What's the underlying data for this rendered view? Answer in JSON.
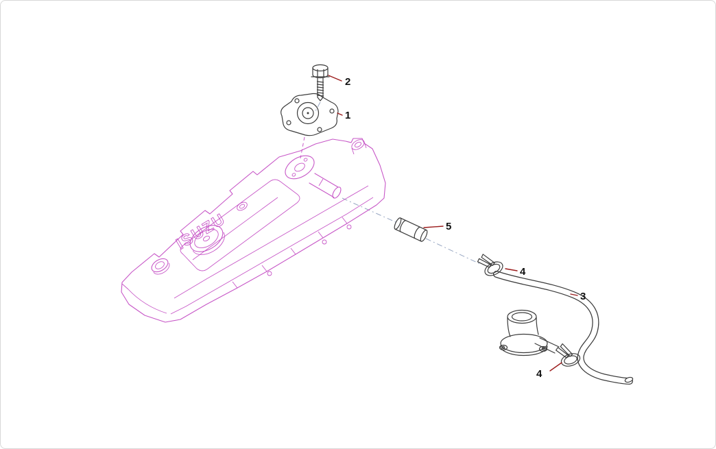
{
  "diagram": {
    "cover_text": "ISUZU",
    "part_labels": {
      "p1": "1",
      "p2": "2",
      "p3": "3",
      "p4_upper": "4",
      "p4_lower": "4",
      "p5": "5"
    },
    "colors": {
      "cover_outline": "#c757c7",
      "part_outline": "#3b3b3b",
      "leader_line": "#9b1b1b",
      "label_text": "#111111",
      "assembly_line": "#97a6c2",
      "background": "#ffffff",
      "border": "#d7d7d7"
    }
  }
}
